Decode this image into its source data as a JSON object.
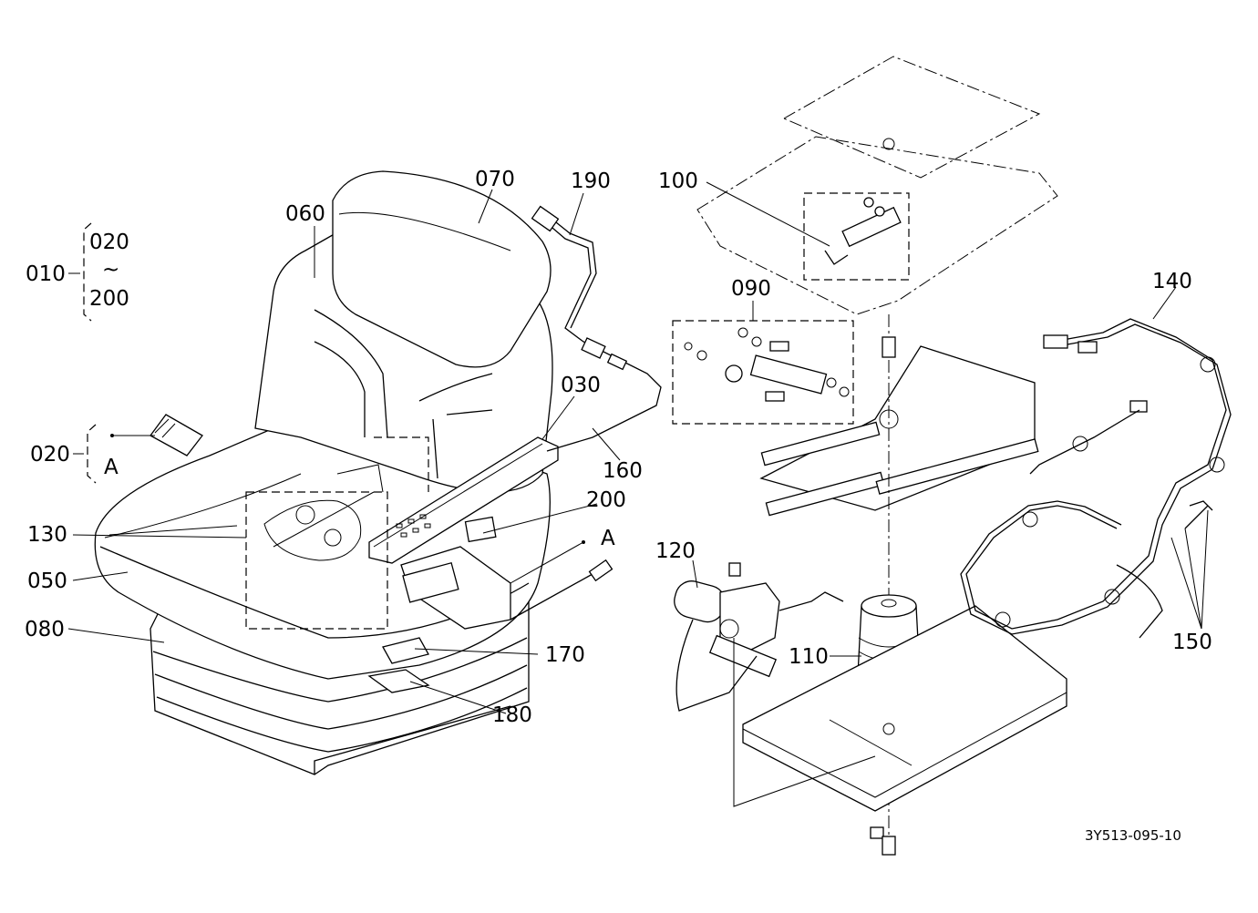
{
  "labels": {
    "p010": "010",
    "p020_range_start": "020",
    "p_range_tilde": "~",
    "p200_range_end": "200",
    "p020": "020",
    "callout_a_left": "A",
    "p060": "060",
    "p070": "070",
    "p190": "190",
    "p030": "030",
    "p160": "160",
    "p200": "200",
    "callout_a_right": "A",
    "p130": "130",
    "p050": "050",
    "p080": "080",
    "p170": "170",
    "p180": "180",
    "p100": "100",
    "p090": "090",
    "p140": "140",
    "p120": "120",
    "p110": "110",
    "p150": "150"
  },
  "drawing_number": "3Y513-095-10"
}
